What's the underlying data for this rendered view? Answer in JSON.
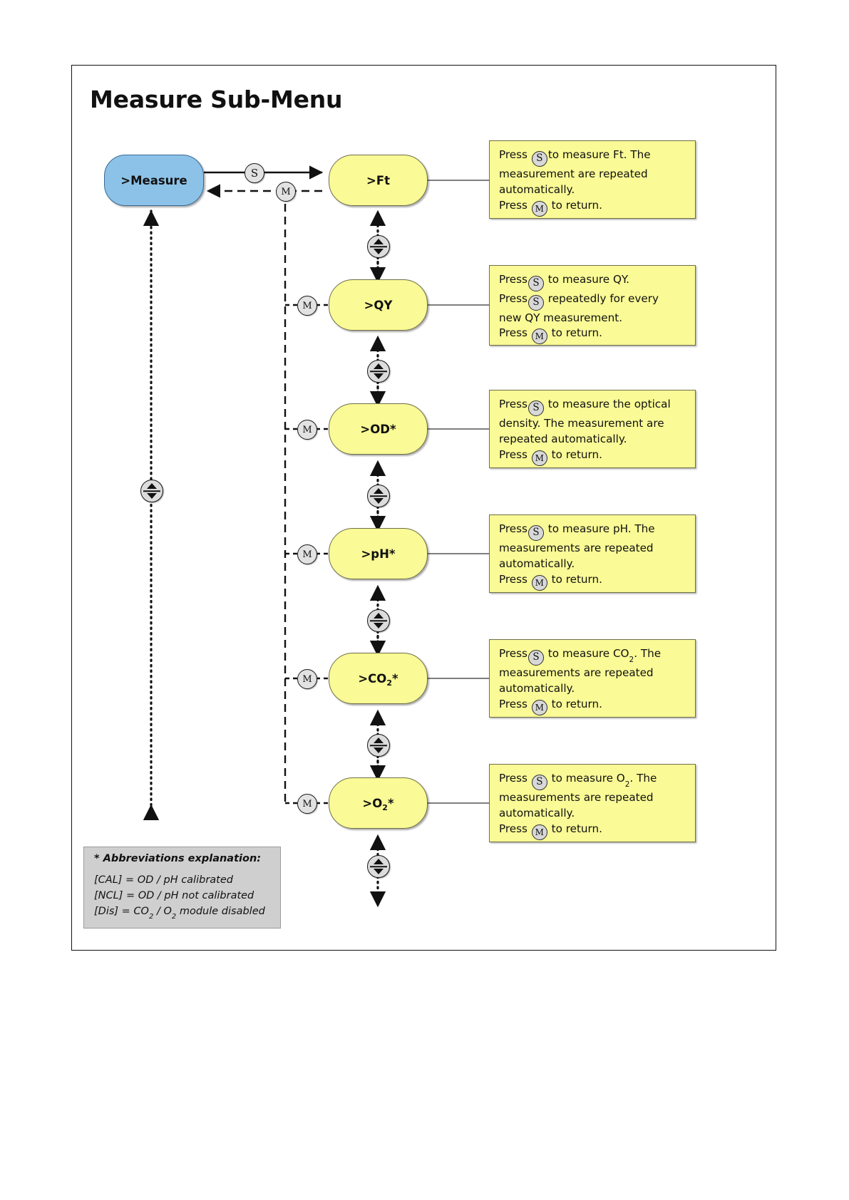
{
  "page": {
    "title": "Measure Sub-Menu",
    "background": "#ffffff",
    "node_yellow": "#fafa96",
    "node_blue": "#8dc2e8",
    "legend_gray": "#cfcfcf"
  },
  "keys": {
    "select": "S",
    "menu": "M",
    "updown_icon": "up-down-arrow-icon"
  },
  "root_node": {
    "label": ">Measure"
  },
  "menu_items": [
    {
      "id": "ft",
      "label": ">Ft",
      "label_sub": "",
      "label_suffix": ""
    },
    {
      "id": "qy",
      "label": ">QY",
      "label_sub": "",
      "label_suffix": ""
    },
    {
      "id": "od",
      "label": ">OD",
      "label_sub": "",
      "label_suffix": "*"
    },
    {
      "id": "ph",
      "label": ">pH",
      "label_sub": "",
      "label_suffix": "*"
    },
    {
      "id": "co2",
      "label": ">CO",
      "label_sub": "2",
      "label_suffix": "*"
    },
    {
      "id": "o2",
      "label": ">O",
      "label_sub": "2",
      "label_suffix": "*"
    }
  ],
  "callouts": [
    {
      "id": "ft",
      "lines": [
        {
          "parts": [
            {
              "t": "text",
              "v": "Press "
            },
            {
              "t": "key",
              "v": "S"
            },
            {
              "t": "text",
              "v": "to measure Ft. The"
            }
          ]
        },
        {
          "parts": [
            {
              "t": "text",
              "v": "measurement are repeated"
            }
          ]
        },
        {
          "parts": [
            {
              "t": "text",
              "v": "automatically."
            }
          ]
        },
        {
          "parts": [
            {
              "t": "text",
              "v": "Press "
            },
            {
              "t": "key",
              "v": "M"
            },
            {
              "t": "text",
              "v": " to return."
            }
          ]
        }
      ]
    },
    {
      "id": "qy",
      "lines": [
        {
          "parts": [
            {
              "t": "text",
              "v": "Press"
            },
            {
              "t": "key",
              "v": "S"
            },
            {
              "t": "text",
              "v": " to measure QY."
            }
          ]
        },
        {
          "parts": [
            {
              "t": "text",
              "v": "Press"
            },
            {
              "t": "key",
              "v": "S"
            },
            {
              "t": "text",
              "v": " repeatedly for every"
            }
          ]
        },
        {
          "parts": [
            {
              "t": "text",
              "v": "new QY measurement."
            }
          ]
        },
        {
          "parts": [
            {
              "t": "text",
              "v": "Press "
            },
            {
              "t": "key",
              "v": "M"
            },
            {
              "t": "text",
              "v": " to return."
            }
          ]
        }
      ]
    },
    {
      "id": "od",
      "lines": [
        {
          "parts": [
            {
              "t": "text",
              "v": "Press"
            },
            {
              "t": "key",
              "v": "S"
            },
            {
              "t": "text",
              "v": " to measure the optical"
            }
          ]
        },
        {
          "parts": [
            {
              "t": "text",
              "v": "density. The measurement are"
            }
          ]
        },
        {
          "parts": [
            {
              "t": "text",
              "v": "repeated automatically."
            }
          ]
        },
        {
          "parts": [
            {
              "t": "text",
              "v": "Press "
            },
            {
              "t": "key",
              "v": "M"
            },
            {
              "t": "text",
              "v": " to return."
            }
          ]
        }
      ]
    },
    {
      "id": "ph",
      "lines": [
        {
          "parts": [
            {
              "t": "text",
              "v": "Press"
            },
            {
              "t": "key",
              "v": "S"
            },
            {
              "t": "text",
              "v": " to measure pH. The"
            }
          ]
        },
        {
          "parts": [
            {
              "t": "text",
              "v": "measurements are repeated"
            }
          ]
        },
        {
          "parts": [
            {
              "t": "text",
              "v": "automatically."
            }
          ]
        },
        {
          "parts": [
            {
              "t": "text",
              "v": "Press "
            },
            {
              "t": "key",
              "v": "M"
            },
            {
              "t": "text",
              "v": " to return."
            }
          ]
        }
      ]
    },
    {
      "id": "co2",
      "lines": [
        {
          "parts": [
            {
              "t": "text",
              "v": "Press"
            },
            {
              "t": "key",
              "v": "S"
            },
            {
              "t": "text",
              "v": " to measure CO"
            },
            {
              "t": "sub",
              "v": "2"
            },
            {
              "t": "text",
              "v": ". The"
            }
          ]
        },
        {
          "parts": [
            {
              "t": "text",
              "v": "measurements are repeated"
            }
          ]
        },
        {
          "parts": [
            {
              "t": "text",
              "v": "automatically."
            }
          ]
        },
        {
          "parts": [
            {
              "t": "text",
              "v": "Press "
            },
            {
              "t": "key",
              "v": "M"
            },
            {
              "t": "text",
              "v": " to return."
            }
          ]
        }
      ]
    },
    {
      "id": "o2",
      "lines": [
        {
          "parts": [
            {
              "t": "text",
              "v": "Press "
            },
            {
              "t": "key",
              "v": "S"
            },
            {
              "t": "text",
              "v": " to measure O"
            },
            {
              "t": "sub",
              "v": "2"
            },
            {
              "t": "text",
              "v": ". The"
            }
          ]
        },
        {
          "parts": [
            {
              "t": "text",
              "v": "measurements are repeated"
            }
          ]
        },
        {
          "parts": [
            {
              "t": "text",
              "v": "automatically."
            }
          ]
        },
        {
          "parts": [
            {
              "t": "text",
              "v": "Press "
            },
            {
              "t": "key",
              "v": "M"
            },
            {
              "t": "text",
              "v": " to return."
            }
          ]
        }
      ]
    }
  ],
  "legend": {
    "header": "* Abbreviations explanation:",
    "rows": [
      {
        "parts": [
          {
            "t": "text",
            "v": "[CAL] = OD  /  pH calibrated"
          }
        ]
      },
      {
        "parts": [
          {
            "t": "text",
            "v": "[NCL] = OD  /  pH not calibrated"
          }
        ]
      },
      {
        "parts": [
          {
            "t": "text",
            "v": "[Dis] = CO"
          },
          {
            "t": "sub",
            "v": "2"
          },
          {
            "t": "text",
            "v": "  /  O"
          },
          {
            "t": "sub",
            "v": "2"
          },
          {
            "t": "text",
            "v": "  module disabled"
          }
        ]
      }
    ]
  }
}
